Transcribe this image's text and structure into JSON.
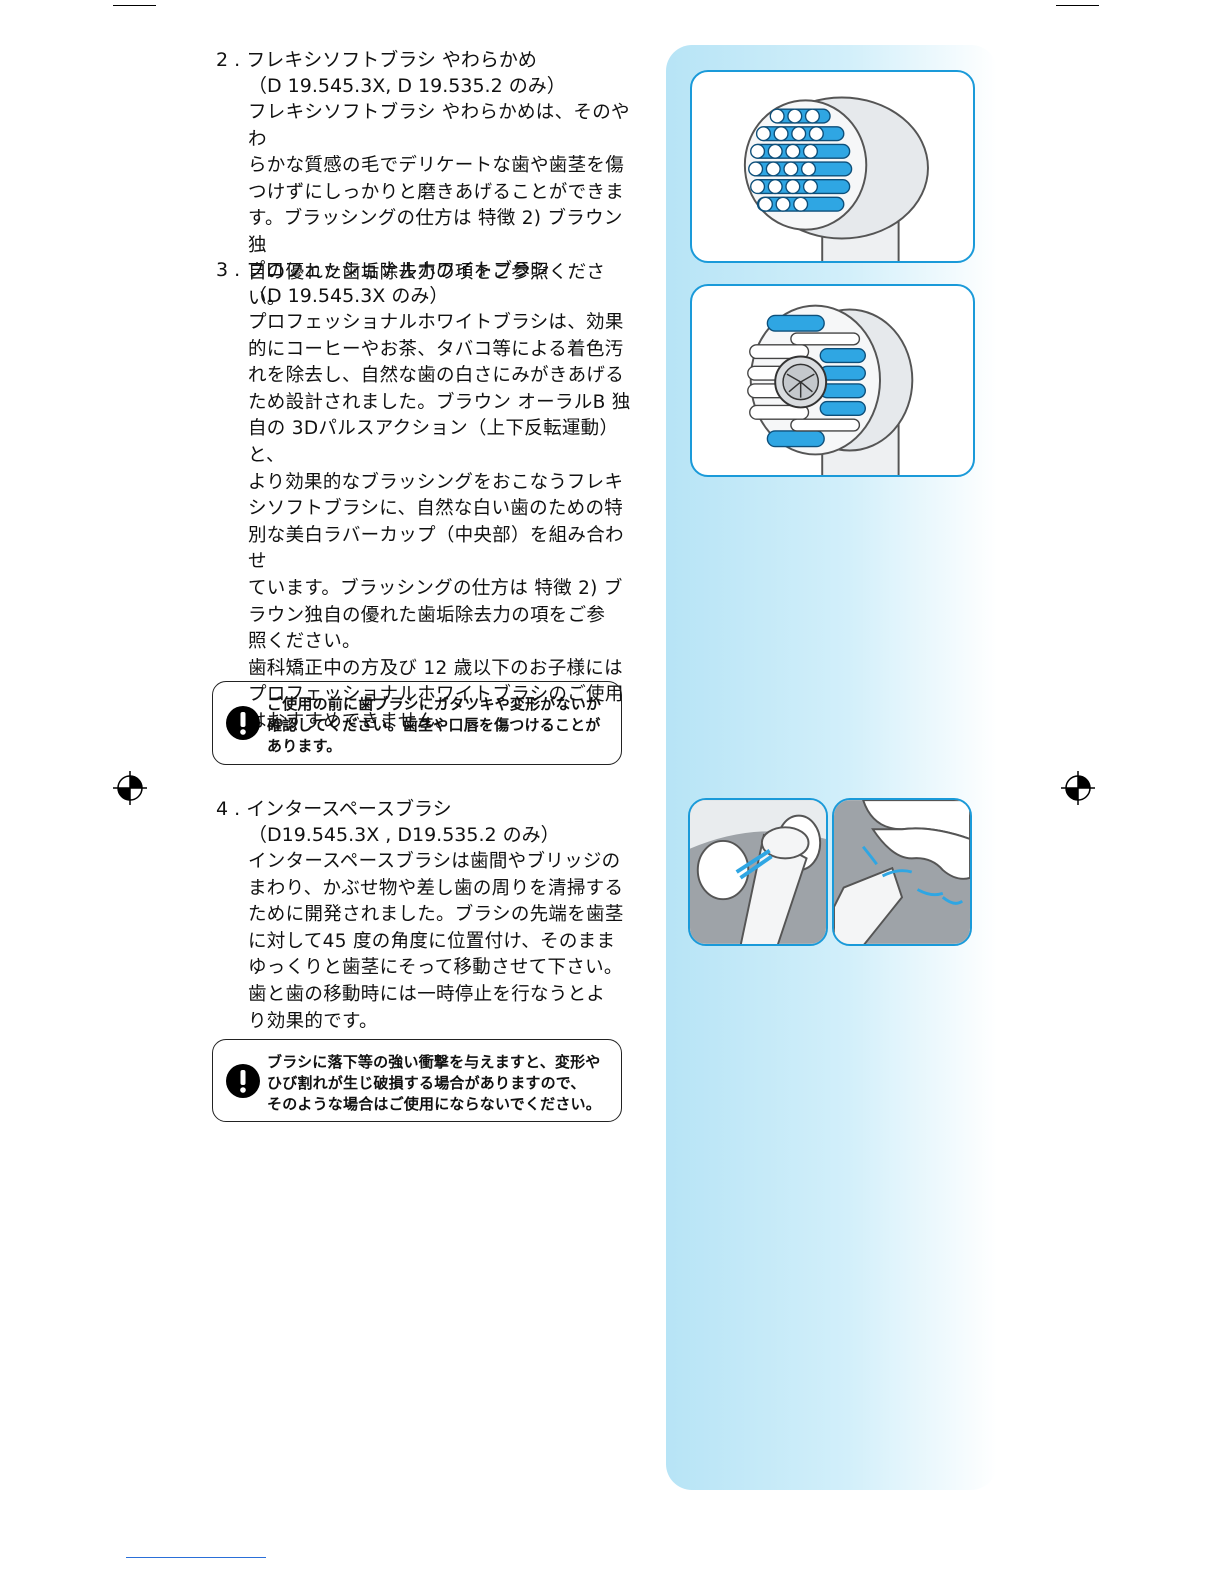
{
  "sections": [
    {
      "heading": "2 . フレキシソフトブラシ やわらかめ",
      "sub": "（D 19.545.3X, D 19.535.2 のみ）",
      "lines": [
        "フレキシソフトブラシ やわらかめは、そのやわ",
        "らかな質感の毛でデリケートな歯や歯茎を傷",
        "つけずにしっかりと磨きあげることができま",
        "す。ブラッシングの仕方は 特徴 2) ブラウン独",
        "自の優れた歯垢除去力の項をご参照ください。"
      ]
    },
    {
      "heading": "3 . プロフェッショナルホワイトブラシ",
      "sub": "（D 19.545.3X のみ）",
      "lines": [
        "プロフェッショナルホワイトブラシは、効果",
        "的にコーヒーやお茶、タバコ等による着色汚",
        "れを除去し、自然な歯の白さにみがきあげる",
        "ため設計されました。ブラウン オーラルB 独",
        "自の 3Dパルスアクション（上下反転運動）と、",
        "より効果的なブラッシングをおこなうフレキ",
        "シソフトブラシに、自然な白い歯のための特",
        "別な美白ラバーカップ（中央部）を組み合わせ",
        "ています。ブラッシングの仕方は 特徴 2) ブ",
        "ラウン独自の優れた歯垢除去力の項をご参",
        "照ください。",
        "歯科矯正中の方及び 12 歳以下のお子様には",
        "プロフェッショナルホワイトブラシのご使用",
        "はおすすめできません。"
      ]
    },
    {
      "heading": "4 . インタースペースブラシ",
      "sub": "（D19.545.3X , D19.535.2 のみ）",
      "lines": [
        "インタースペースブラシは歯間やブリッジの",
        "まわり、かぶせ物や差し歯の周りを清掃する",
        "ために開発されました。ブラシの先端を歯茎",
        "に対して45 度の角度に位置付け、そのまま",
        "ゆっくりと歯茎にそって移動させて下さい。",
        "歯と歯の移動時には一時停止を行なうとよ",
        "り効果的です。"
      ]
    }
  ],
  "warnings": [
    {
      "lines": [
        "ご使用の前に歯ブラシにガタツキや変形がないか",
        "確認してください。歯茎や口唇を傷つけることが",
        "あります。"
      ]
    },
    {
      "lines": [
        "ブラシに落下等の強い衝撃を与えますと、変形や",
        "ひび割れが生じ破損する場合がありますので、",
        "そのような場合はご使用にならないでください。"
      ]
    }
  ],
  "icons": {
    "warning": "exclamation-circle-icon",
    "registration": "registration-mark-icon"
  },
  "colors": {
    "panel": "#bfe8f7",
    "frame_border": "#1a9ad9",
    "bristle_blue": "#2fa6e3"
  }
}
